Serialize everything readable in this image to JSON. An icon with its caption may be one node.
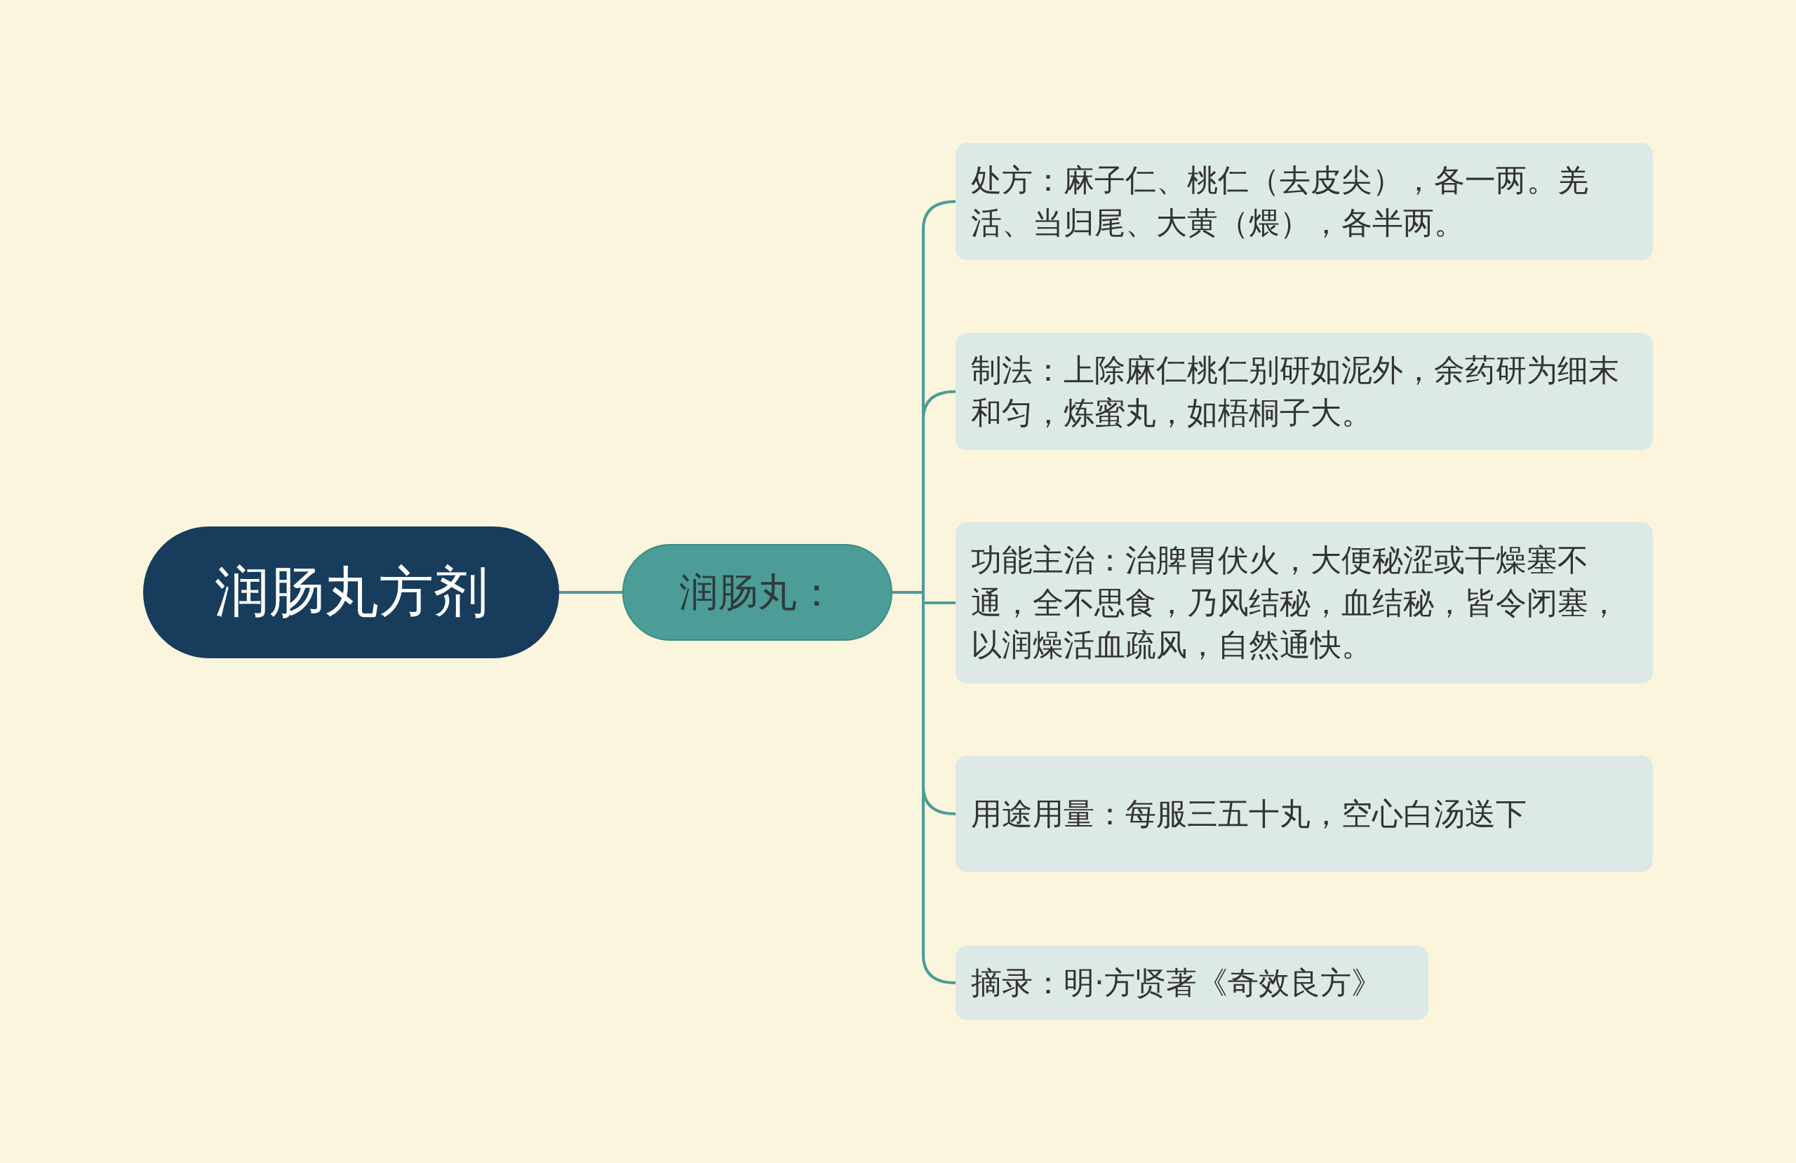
{
  "diagram": {
    "nodes": [
      {
        "text": [
          "润肠丸方剂"
        ]
      },
      {
        "text": [
          "润肠丸："
        ]
      },
      {
        "text": [
          "处方：麻子仁、桃仁（去皮尖），各一两。羌活、当归尾、大黄（煨），各半两。"
        ]
      },
      {
        "text": [
          "制法：上除麻仁桃仁别研如泥外，余药研为细末和匀，炼蜜丸，如梧桐子大。"
        ]
      },
      {
        "text": [
          "功能主治：治脾胃伏火，大便秘涩或干燥塞不通，全不思食，乃风结秘，血结秘，皆令闭塞，以润燥活血疏风，自然通快。"
        ]
      },
      {
        "text": [
          "用途用量：每服三五十丸，空心白汤送下"
        ]
      },
      {
        "text": [
          "摘录：明·方贤著《奇效良方》"
        ]
      }
    ],
    "edges": [
      {
        "from": 0,
        "to": 1,
        "arrow": "none"
      },
      {
        "from": 1,
        "to": 2,
        "arrow": "none"
      },
      {
        "from": 1,
        "to": 3,
        "arrow": "none"
      },
      {
        "from": 1,
        "to": 4,
        "arrow": "none"
      },
      {
        "from": 1,
        "to": 5,
        "arrow": "none"
      },
      {
        "from": 1,
        "to": 6,
        "arrow": "none"
      }
    ]
  }
}
